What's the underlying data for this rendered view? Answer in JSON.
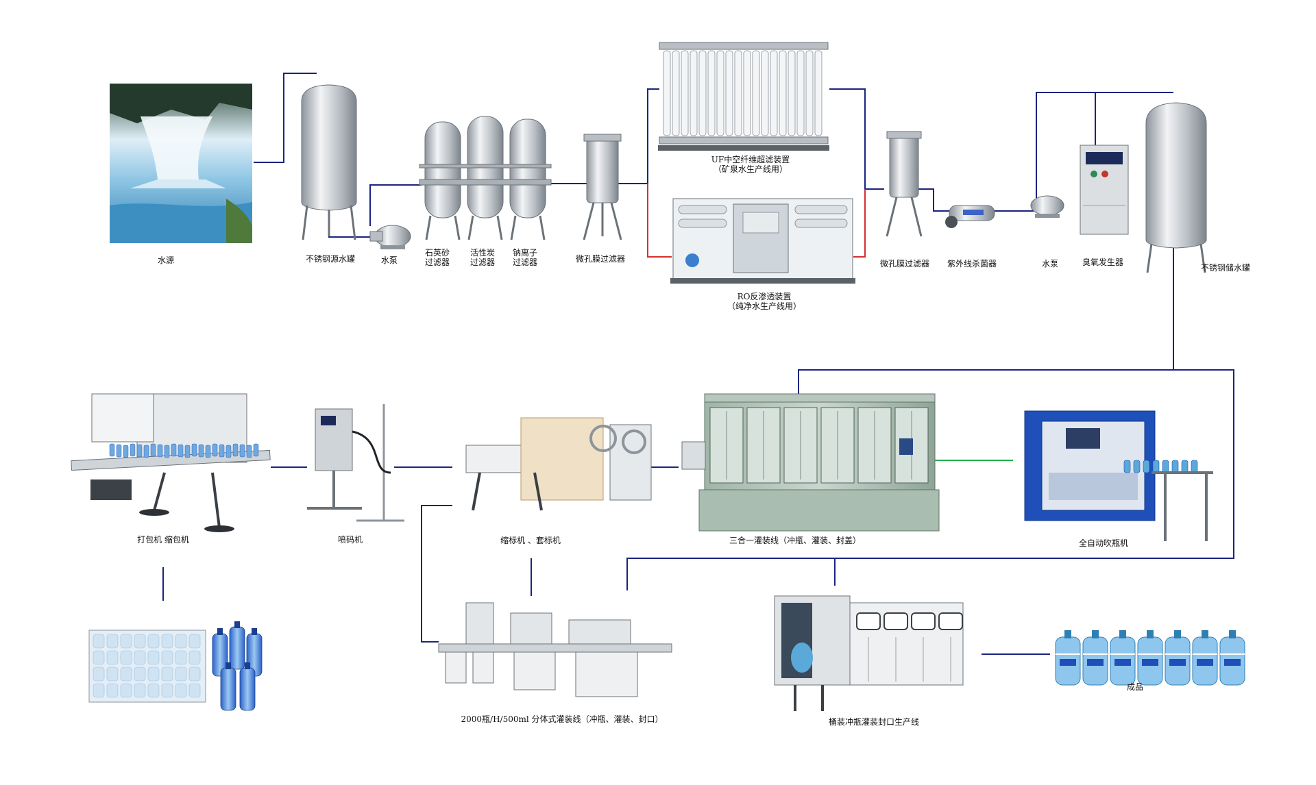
{
  "colors": {
    "flow_line": "#1a237e",
    "ro_line": "#d32f2f",
    "blow_line": "#22b14c",
    "steel": "#c7ccd1",
    "machine_green": "#9fb5a8",
    "blue_machine": "#1f4fb8",
    "water": "#5aa9d8"
  },
  "labels": {
    "water_source": "水源",
    "source_tank": "不锈钢源水罐",
    "pump1": "水泵",
    "quartz_filter": [
      "石英砂",
      "过滤器"
    ],
    "carbon_filter": [
      "活性炭",
      "过滤器"
    ],
    "sodium_filter": [
      "钠离子",
      "过滤器"
    ],
    "micro_filter1": "微孔膜过滤器",
    "uf_device": [
      "UF中空纤维超滤装置",
      "（矿泉水生产线用）"
    ],
    "ro_device": [
      "RO反渗透装置",
      "（纯净水生产线用）"
    ],
    "micro_filter2": "微孔膜过滤器",
    "uv_sterilizer": "紫外线杀菌器",
    "pump2": "水泵",
    "ozone_generator": "臭氧发生器",
    "storage_tank": "不锈钢储水罐",
    "packing_machine": "打包机  缩包机",
    "inkjet_printer": "喷码机",
    "label_machine": "缩标机  、套标机",
    "filling_line_3in1": "三合一灌装线（冲瓶、灌装、封盖）",
    "blow_molding": "全自动吹瓶机",
    "split_filling_line": "2000瓶/H/500ml 分体式灌装线（冲瓶、灌装、封口）",
    "barrel_line": "桶装冲瓶灌装封口生产线",
    "finished_product": "成品"
  }
}
